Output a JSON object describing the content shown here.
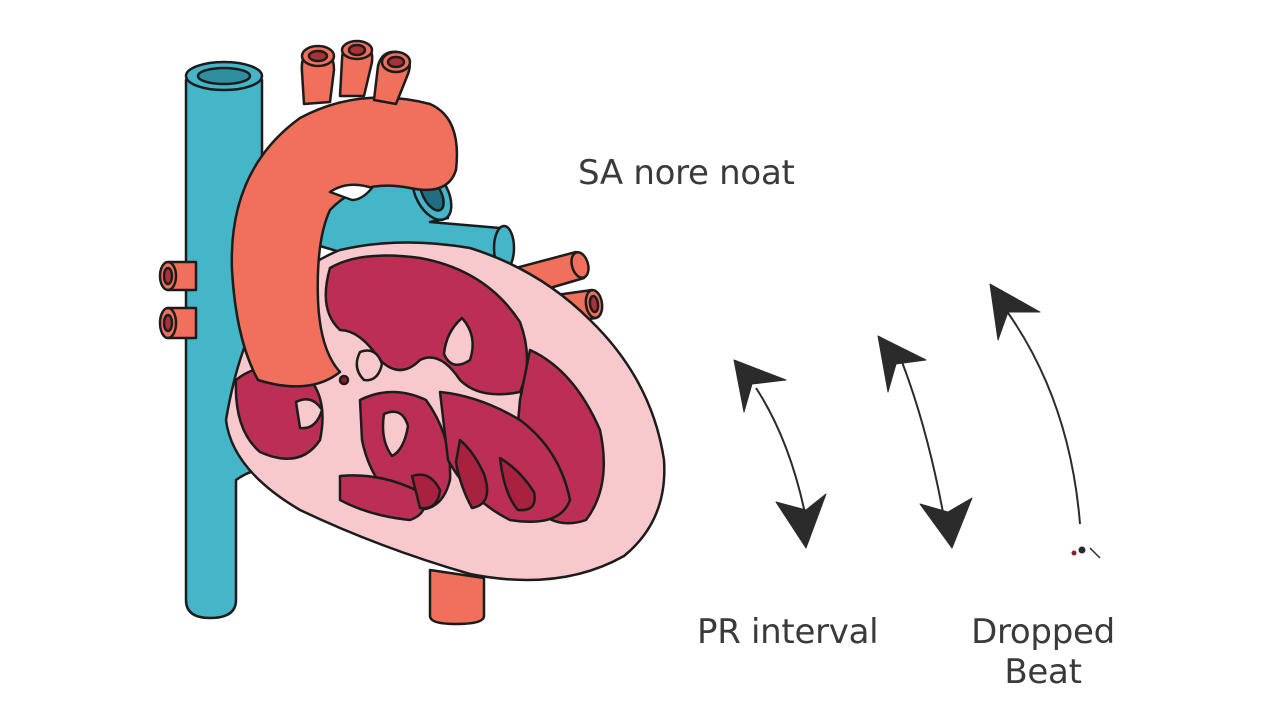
{
  "labels": {
    "sa_node": "SA nore noat",
    "pr_interval": "PR interval",
    "dropped_beat_line1": "Dropped",
    "dropped_beat_line2": "Beat"
  },
  "colors": {
    "vein_blue": "#45b5c8",
    "artery_red": "#f0705c",
    "muscle_pink": "#f7c9cc",
    "chamber_crimson": "#bb2f55",
    "outline": "#1c1c1c",
    "text": "#3a3a3a",
    "arrow": "#2b2b2b"
  }
}
